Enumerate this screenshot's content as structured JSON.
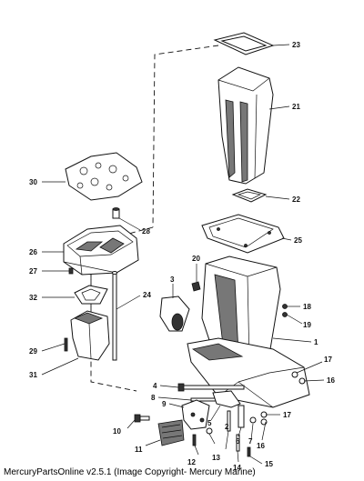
{
  "diagram": {
    "callouts": [
      "23",
      "21",
      "22",
      "25",
      "30",
      "28",
      "26",
      "27",
      "32",
      "24",
      "29",
      "31",
      "3",
      "20",
      "18",
      "19",
      "1",
      "17",
      "16",
      "4",
      "8",
      "9",
      "5",
      "2",
      "6",
      "7",
      "10",
      "11",
      "12",
      "13",
      "14",
      "15"
    ]
  },
  "caption": "MercuryPartsOnline v2.5.1 (Image Copyright- Mercury Marine)"
}
